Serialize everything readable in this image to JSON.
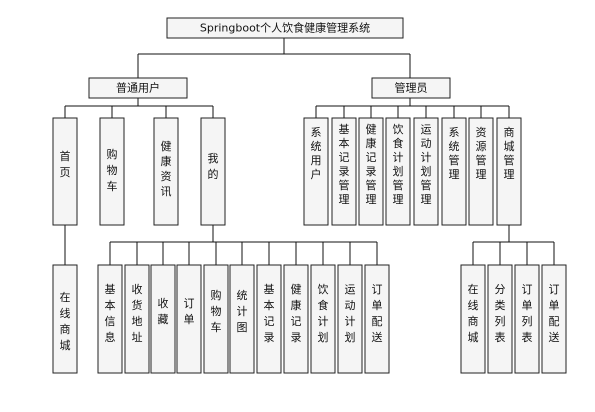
{
  "diagram": {
    "title": "Springboot个人饮食健康管理系统",
    "roles": {
      "user": {
        "label": "普通用户",
        "modules": {
          "home": "首页",
          "cart": "购物车",
          "health_info": "健康资讯",
          "mine": "我的"
        },
        "home_children": [
          "在线商城"
        ],
        "mine_children": [
          "基本信息",
          "收货地址",
          "收藏",
          "订单",
          "购物车",
          "统计图",
          "基本记录",
          "健康记录",
          "饮食计划",
          "运动计划",
          "订单配送"
        ]
      },
      "admin": {
        "label": "管理员",
        "modules": [
          "系统用户",
          "基本记录管理",
          "健康记录管理",
          "饮食计划管理",
          "运动计划管理",
          "系统管理",
          "资源管理",
          "商城管理"
        ],
        "mall_children": [
          "在线商城",
          "分类列表",
          "订单列表",
          "订单配送"
        ]
      }
    }
  }
}
